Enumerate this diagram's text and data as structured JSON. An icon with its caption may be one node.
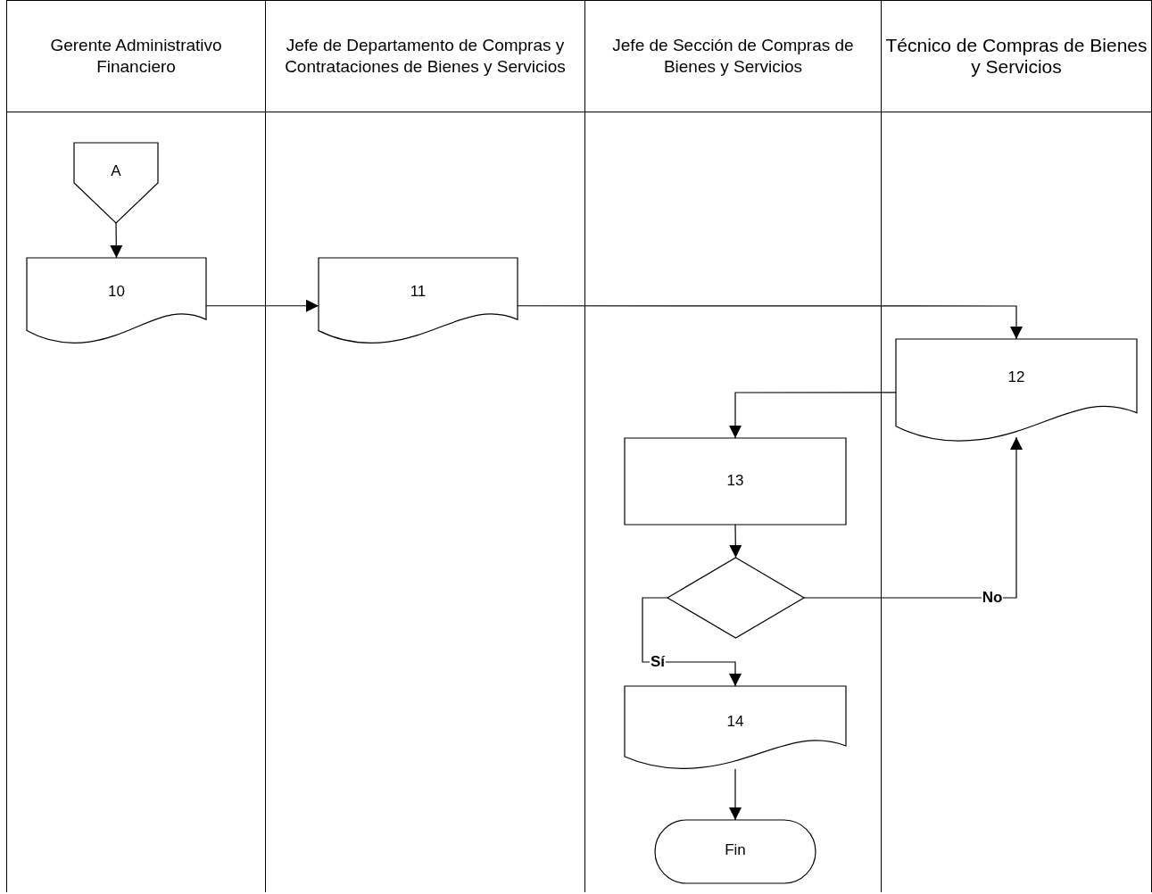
{
  "diagram": {
    "nodes": [
      {
        "text": [
          "Gerente Administrativo Financiero"
        ]
      },
      {
        "text": [
          "Jefe de Departamento de Compras y Contrataciones de Bienes y Servicios"
        ]
      },
      {
        "text": [
          "Jefe de Sección de Compras de Bienes y Servicios"
        ]
      },
      {
        "text": [
          "Técnico de Compras de Bienes y Servicios"
        ]
      },
      {
        "text": [
          "A"
        ],
        "in": 0
      },
      {
        "text": [
          "10"
        ],
        "in": 0
      },
      {
        "text": [
          "11"
        ],
        "in": 1
      },
      {
        "text": [
          "12"
        ],
        "in": 3
      },
      {
        "text": [
          "13"
        ],
        "in": 2
      },
      {
        "text": [],
        "shape": "diamond",
        "in": 2
      },
      {
        "text": [
          "14"
        ],
        "in": 2
      },
      {
        "text": [
          "Fin"
        ],
        "in": 2
      }
    ],
    "edges": [
      {
        "from": 4,
        "to": 5,
        "arrow": "to"
      },
      {
        "from": 5,
        "to": 6,
        "arrow": "to"
      },
      {
        "from": 6,
        "to": 7,
        "arrow": "to"
      },
      {
        "from": 7,
        "to": 8,
        "arrow": "to"
      },
      {
        "from": 8,
        "to": 9,
        "arrow": "to"
      },
      {
        "from": 9,
        "to": 7,
        "arrow": "to",
        "label": "No"
      },
      {
        "from": 9,
        "to": 10,
        "arrow": "to",
        "label": "Sí"
      },
      {
        "from": 10,
        "to": 11,
        "arrow": "to"
      }
    ]
  }
}
